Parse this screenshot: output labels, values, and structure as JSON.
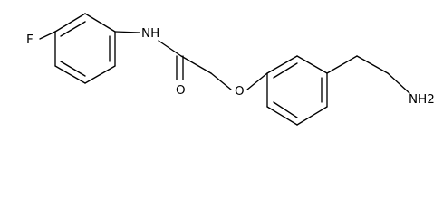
{
  "molecule": {
    "atoms": {
      "fluorine": "F",
      "amide_nh": "NH",
      "carbonyl_o": "O",
      "ether_o": "O",
      "amine": "NH2"
    },
    "colors": {
      "bond": "#000000",
      "label": "#000000",
      "background": "#ffffff"
    }
  }
}
